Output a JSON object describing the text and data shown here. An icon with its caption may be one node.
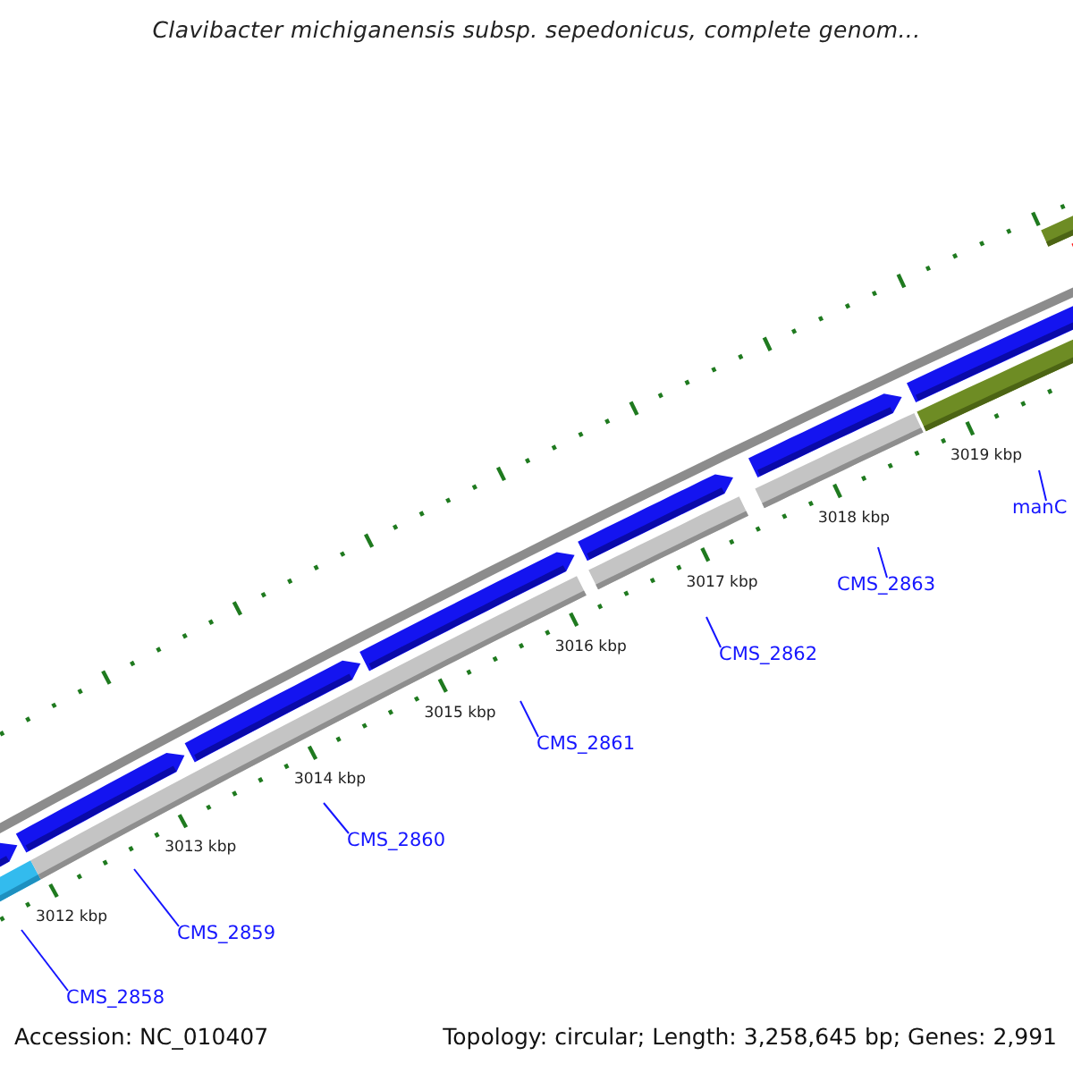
{
  "diagram": {
    "title": "Clavibacter michiganensis subsp. sepedonicus, complete genom...",
    "nodes": [
      {
        "text": [
          "CMS_2858"
        ]
      },
      {
        "text": [
          "CMS_2859"
        ]
      },
      {
        "text": [
          "CMS_2860"
        ]
      },
      {
        "text": [
          "CMS_2861"
        ]
      },
      {
        "text": [
          "CMS_2862"
        ]
      },
      {
        "text": [
          "CMS_2863"
        ]
      },
      {
        "text": [
          "manC"
        ]
      }
    ],
    "edges": [
      {
        "from": 0,
        "to": null,
        "arrow": "none"
      },
      {
        "from": 1,
        "to": null,
        "arrow": "none"
      },
      {
        "from": 2,
        "to": null,
        "arrow": "none"
      },
      {
        "from": 3,
        "to": null,
        "arrow": "none"
      },
      {
        "from": 4,
        "to": null,
        "arrow": "none"
      },
      {
        "from": 5,
        "to": null,
        "arrow": "none"
      },
      {
        "from": 6,
        "to": null,
        "arrow": "none"
      }
    ],
    "labels": [
      "3012 kbp",
      "3013 kbp",
      "3014 kbp",
      "3015 kbp",
      "3016 kbp",
      "3017 kbp",
      "3018 kbp",
      "3019 kbp",
      "Accession: NC_010407",
      "Topology: circular; Length: 3,258,645 bp; Genes: 2,991"
    ]
  }
}
